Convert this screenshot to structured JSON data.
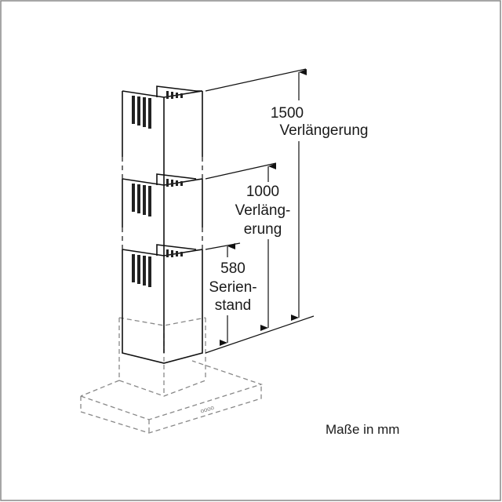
{
  "dimensions": [
    {
      "value": "1500",
      "label_lines": [
        "Verlängerung"
      ]
    },
    {
      "value": "1000",
      "label_lines": [
        "Verläng-",
        "erung"
      ]
    },
    {
      "value": "580",
      "label_lines": [
        "Serien-",
        "stand"
      ]
    }
  ],
  "units_note": "Maße in mm",
  "hood_control_marks": "oooo"
}
